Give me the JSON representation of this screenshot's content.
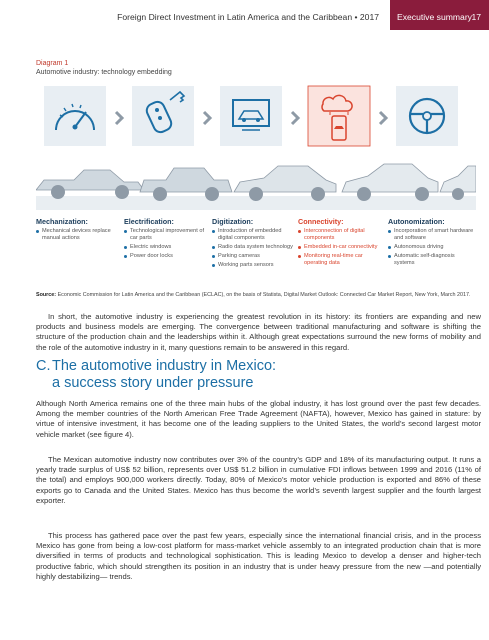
{
  "header": {
    "title": "Foreign Direct Investment in Latin America and the Caribbean • 2017",
    "section": "Executive summary",
    "page_number": "17"
  },
  "diagram": {
    "label": "Diagram 1",
    "title": "Automotive industry: technology embedding",
    "stages": [
      {
        "name": "Mechanization:",
        "items": [
          "Mechanical devices replace manual actions"
        ]
      },
      {
        "name": "Electrification:",
        "items": [
          "Technological improvement of car parts",
          "Electric windows",
          "Power door locks"
        ]
      },
      {
        "name": "Digitization:",
        "items": [
          "Introduction of embedded digital components",
          "Radio data system technology",
          "Parking cameras",
          "Working parts sensors"
        ]
      },
      {
        "name": "Connectivity:",
        "items": [
          "Interconnection of digital components",
          "Embedded in-car connectivity",
          "Monitoring real-time car operating data"
        ]
      },
      {
        "name": "Autonomization:",
        "items": [
          "Incorporation of smart hardware and software",
          "Autonomous driving",
          "Automatic self-diagnosis systems"
        ]
      }
    ],
    "source_label": "Source:",
    "source_text": "Economic Commission for Latin America and the Caribbean (ECLAC), on the basis of Statista, Digital Market Outlook: Connected Car Market Report, New York, March 2017.",
    "colors": {
      "blue": "#1d6fa5",
      "gray": "#8e9aa6",
      "red": "#d9452e",
      "navy": "#1d3e5c"
    }
  },
  "body": {
    "para1": "In short, the automotive industry is experiencing the greatest revolution in its history: its frontiers are expanding and new products and business models are emerging. The convergence between traditional manufacturing and software is shifting the structure of the production chain and the leaderships within it. Although great expectations surround the new forms of mobility and the role of the automotive industry in it, many questions remain to be answered in this regard.",
    "section_number": "C.",
    "section_title_line1": "The automotive industry in Mexico:",
    "section_title_line2": "a success story under pressure",
    "para2": "Although North America remains one of the three main hubs of the global industry, it has lost ground over the past few decades. Among the member countries of the North American Free Trade Agreement (NAFTA), however, Mexico has gained in stature: by virtue of intensive investment, it has become one of the leading suppliers to the United States, the world’s second largest motor vehicle market (see figure 4).",
    "para3": "The Mexican automotive industry now contributes over 3% of the country’s GDP and 18% of its manufacturing output. It runs a yearly trade surplus of US$ 52 billion, represents over US$ 51.2 billion in cumulative FDI inflows between 1999 and 2016 (11% of the total) and employs 900,000 workers directly. Today, 80% of Mexico’s motor vehicle production is exported and 86% of these exports go to Canada and the United States. Mexico has thus become the world’s seventh largest supplier and the fourth largest exporter.",
    "para4": "This process has gathered pace over the past few years, especially since the international financial crisis, and in the process Mexico has gone from being a low-cost platform for mass-market vehicle assembly to an integrated production chain that is more diversified in terms of products and technological sophistication. This is leading Mexico to develop a denser and higher-tech productive fabric, which should strengthen its position in an industry that is under heavy pressure from the new —and potentially highly destabilizing— trends."
  }
}
